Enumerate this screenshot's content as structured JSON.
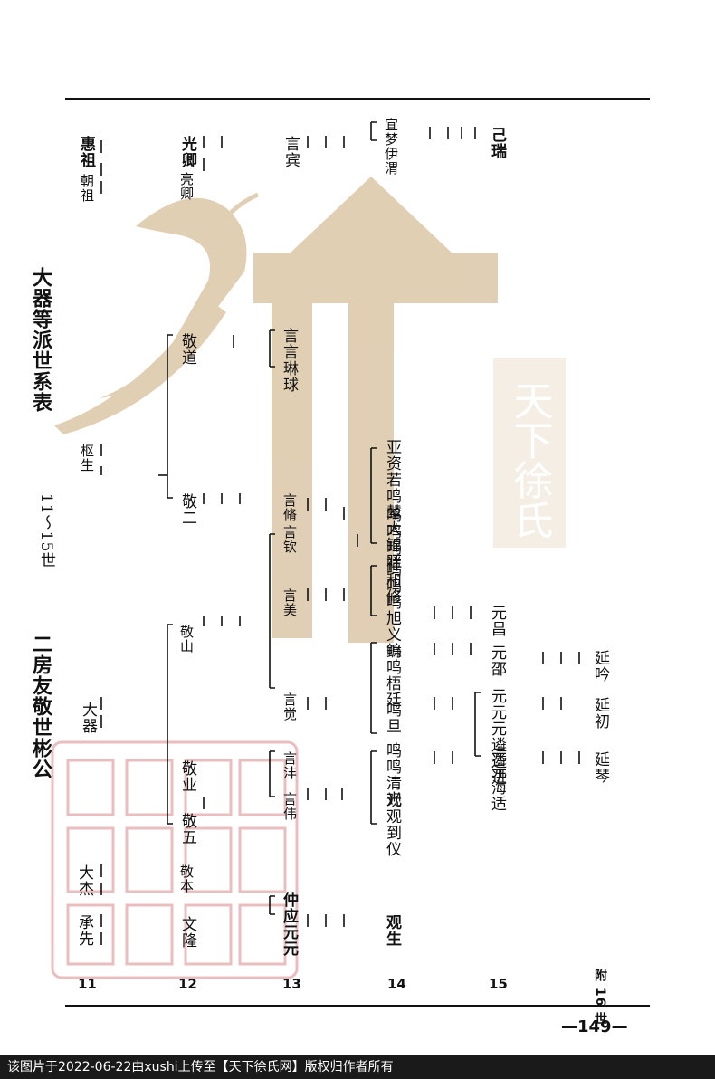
{
  "header": {
    "title_left": "二房友敬世彬公",
    "title_mid": "11～15世",
    "title_right": "大器等派世系表"
  },
  "generations": [
    "11",
    "12",
    "13",
    "14",
    "15",
    "附\n16\n世"
  ],
  "people": {
    "g11": [
      "承先",
      "大杰",
      "大器",
      "枢生",
      "朝祖",
      "惠祖"
    ],
    "g12": [
      "文隆",
      "敬本",
      "敬五",
      "敬业",
      "敬山",
      "敬二",
      "敬道",
      "亮卿",
      "光卿"
    ],
    "g13": [
      "仲应元元",
      "言伟",
      "言沣",
      "言觉",
      "言美",
      "言钦",
      "言脩",
      "言言琳球",
      "言宾"
    ],
    "g14": [
      "观生",
      "观观到仪",
      "鸣鸣清光",
      "鸣旦",
      "鸣鸣梧廷",
      "鸣鸣鸣旭义鐮",
      "鸣鸣鸣祥和修",
      "亚资若鸣辇大锦旺",
      "宜梦伊渭"
    ],
    "g15": [
      "元元海适",
      "元元元遴遴进",
      "元邵",
      "元昌",
      "己瑞"
    ],
    "g16": [
      "延琴",
      "延初",
      "延吟"
    ]
  },
  "page_number": "—149—",
  "footer": "该图片于2022-06-22由xushi上传至【天下徐氏网】版权归作者所有",
  "watermark": {
    "text": "天下徐氏",
    "color": "#c9a878"
  },
  "seal": {
    "color": "#d98a8a"
  }
}
